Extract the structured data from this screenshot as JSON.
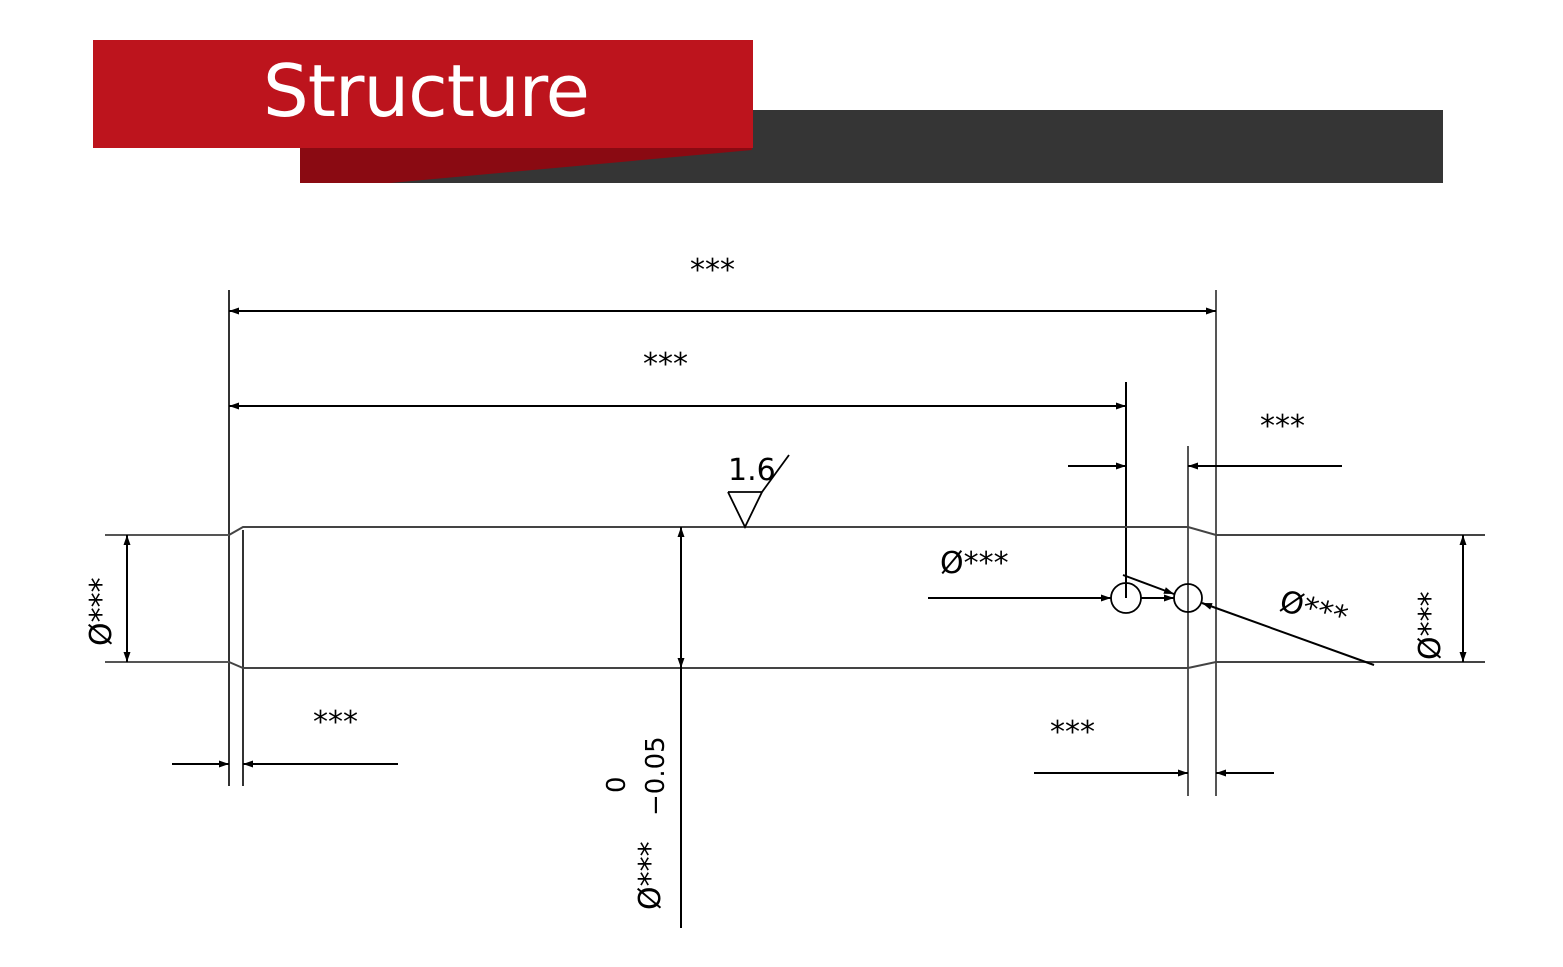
{
  "header": {
    "title": "Structure",
    "colors": {
      "red": "#bd141d",
      "dark_red": "#8a0a12",
      "dark_gray": "#353535"
    }
  },
  "drawing": {
    "surface_roughness": "1.6",
    "dims": {
      "overall_length": "***",
      "inner_length": "***",
      "groove_offset": "***",
      "left_chamfer": "***",
      "right_groove_width": "***",
      "left_diameter": "Ø***",
      "right_diameter": "Ø***",
      "groove_hole_diameter_left": "Ø***",
      "groove_hole_diameter_right": "Ø***",
      "main_diameter": "Ø***",
      "main_diameter_tol_upper": "0",
      "main_diameter_tol_lower": "−0.05"
    }
  }
}
